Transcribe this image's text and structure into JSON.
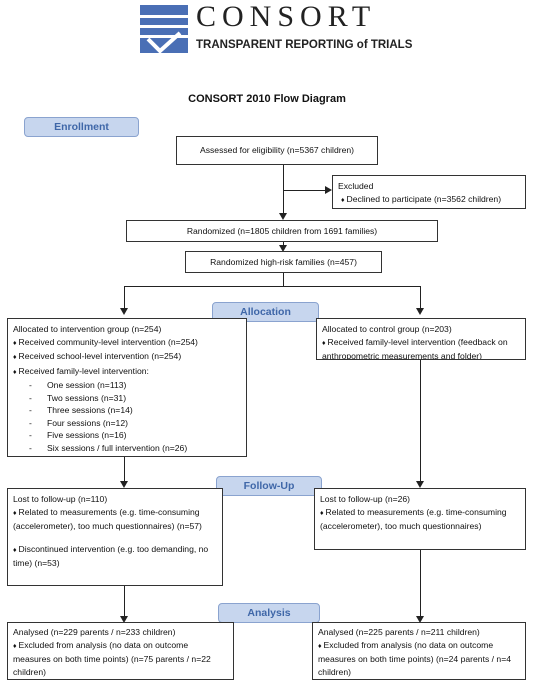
{
  "logo": {
    "name": "CONSORT",
    "tagline": "TRANSPARENT REPORTING of TRIALS"
  },
  "title": "CONSORT 2010 Flow Diagram",
  "stages": {
    "enrollment": "Enrollment",
    "allocation": "Allocation",
    "follow_up": "Follow-Up",
    "analysis": "Analysis"
  },
  "enrollment": {
    "assessed": "Assessed for eligibility (n=5367 children)",
    "excluded_title": "Excluded",
    "excluded_items": [
      "Declined to participate (n=3562 children)"
    ],
    "randomized": "Randomized (n=1805 children from 1691 families)",
    "high_risk": "Randomized high-risk families (n=457)"
  },
  "allocation": {
    "intervention": {
      "title": "Allocated to intervention group (n=254)",
      "items": [
        "Received community-level intervention (n=254)",
        "Received school-level intervention (n=254)",
        "Received family-level intervention:"
      ],
      "sessions": [
        "One session (n=113)",
        "Two sessions (n=31)",
        "Three sessions (n=14)",
        "Four sessions (n=12)",
        "Five sessions (n=16)",
        "Six sessions / full intervention (n=26)"
      ]
    },
    "control": {
      "title": "Allocated to control group (n=203)",
      "items": [
        "Received family-level intervention (feedback on anthropometric measurements and folder)"
      ]
    }
  },
  "follow_up": {
    "intervention": {
      "title": "Lost to follow-up (n=110)",
      "item1": "Related to measurements (e.g. time-consuming (accelerometer), too much questionnaires) (n=57)",
      "item2": "Discontinued intervention (e.g. too demanding, no time) (n=53)"
    },
    "control": {
      "title": "Lost to follow-up (n=26)",
      "item1": "Related to measurements (e.g. time-consuming (accelerometer), too much questionnaires)"
    }
  },
  "analysis": {
    "intervention": {
      "title": "Analysed  (n=229 parents / n=233 children)",
      "item1": "Excluded from analysis (no data on outcome measures on both time points) (n=75 parents / n=22 children)"
    },
    "control": {
      "title": "Analysed  (n=225 parents / n=211 children)",
      "item1": "Excluded from analysis (no data on outcome measures on both time points) (n=24 parents / n=4 children)"
    }
  }
}
